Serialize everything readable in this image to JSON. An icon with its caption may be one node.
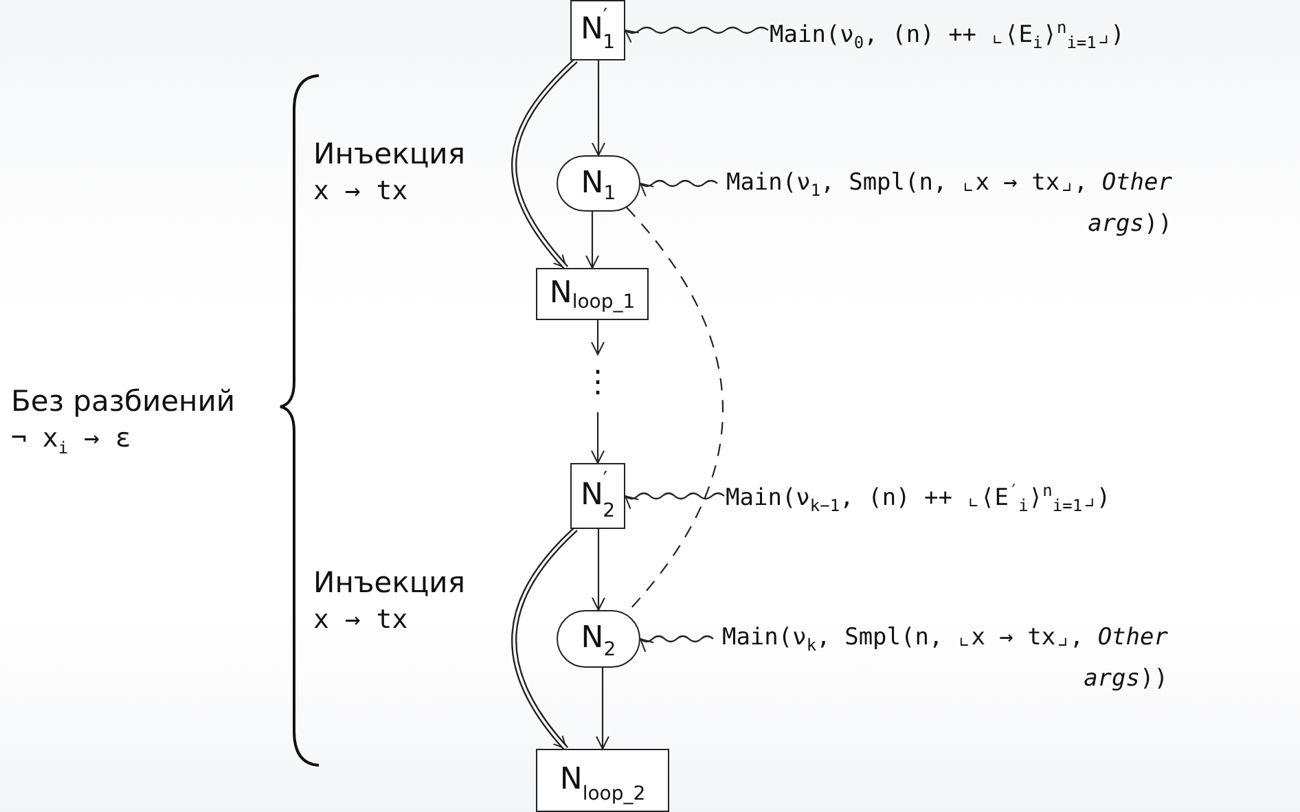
{
  "diagram": {
    "nodes": [
      {
        "text": [
          "N$^{′}$$_{1}$"
        ]
      },
      {
        "text": [
          "N$_{1}$"
        ]
      },
      {
        "text": [
          "N$_{loop_1}$"
        ]
      },
      {
        "text": [
          "⋮"
        ]
      },
      {
        "text": [
          "N$^{′}$$_{2}$"
        ]
      },
      {
        "text": [
          "N$_{2}$"
        ]
      },
      {
        "text": [
          "N$_{loop_2}$"
        ]
      },
      {
        "text": [
          "Main(ν$_{0}$, (n) ++ ⌞⟨E$_{i}$⟩$^{n}$$_{i=1}$⌟)"
        ]
      },
      {
        "text": [
          "Main(ν$_{1}$, Smpl(n, ⌞x → tx⌟, *Other args*))"
        ]
      },
      {
        "text": [
          "Main(ν$_{k−1}$, (n) ++ ⌞⟨E$^{′}$$_{i}$⟩$^{n}$$_{i=1}$⌟)"
        ]
      },
      {
        "text": [
          "Main(ν$_{k}$, Smpl(n, ⌞x → tx⌟, *Other args*))"
        ]
      }
    ],
    "edges": [
      {
        "from": 0,
        "to": 1,
        "arrow": "to"
      },
      {
        "from": 1,
        "to": 2,
        "arrow": "to"
      },
      {
        "from": 2,
        "to": 3,
        "arrow": "to"
      },
      {
        "from": 3,
        "to": 4,
        "arrow": "to"
      },
      {
        "from": 4,
        "to": 5,
        "arrow": "to"
      },
      {
        "from": 5,
        "to": 6,
        "arrow": "to"
      },
      {
        "from": 0,
        "to": 2,
        "arrow": "to",
        "style": "thick"
      },
      {
        "from": 4,
        "to": 6,
        "arrow": "to",
        "style": "thick"
      },
      {
        "from": 1,
        "to": 5,
        "arrow": "none",
        "style": "dashed"
      },
      {
        "from": 7,
        "to": 0,
        "arrow": "to"
      },
      {
        "from": 8,
        "to": 1,
        "arrow": "to"
      },
      {
        "from": 9,
        "to": 4,
        "arrow": "to"
      },
      {
        "from": 10,
        "to": 5,
        "arrow": "to"
      }
    ],
    "labels": [
      "Инъекция",
      "x → tx",
      "Инъекция",
      "x → tx",
      "Без разбиений",
      "¬ x$_{i}$ → ε"
    ]
  }
}
